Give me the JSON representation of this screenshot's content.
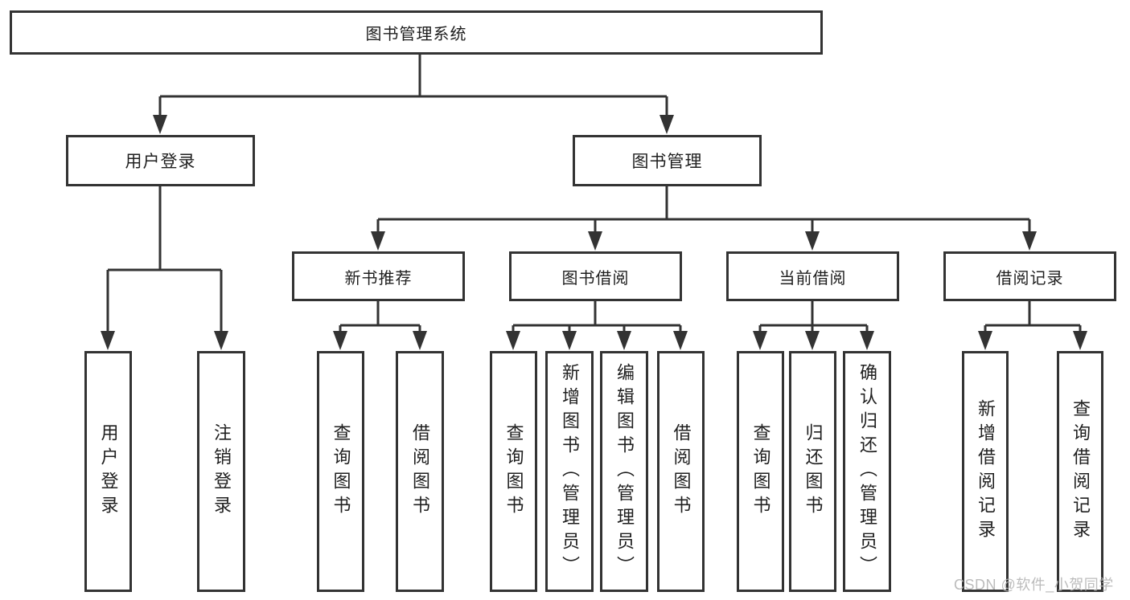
{
  "diagram": {
    "root": {
      "label": "图书管理系统"
    },
    "branches": [
      {
        "label": "用户登录",
        "children": [
          {
            "label": "用户登录"
          },
          {
            "label": "注销登录"
          }
        ]
      },
      {
        "label": "图书管理",
        "sections": [
          {
            "label": "新书推荐",
            "children": [
              {
                "label": "查询图书"
              },
              {
                "label": "借阅图书"
              }
            ]
          },
          {
            "label": "图书借阅",
            "children": [
              {
                "label": "查询图书"
              },
              {
                "label": "新增图书（管理员）"
              },
              {
                "label": "编辑图书（管理员）"
              },
              {
                "label": "借阅图书"
              }
            ]
          },
          {
            "label": "当前借阅",
            "children": [
              {
                "label": "查询图书"
              },
              {
                "label": "归还图书"
              },
              {
                "label": "确认归还（管理员）"
              }
            ]
          },
          {
            "label": "借阅记录",
            "children": [
              {
                "label": "新增借阅记录"
              },
              {
                "label": "查询借阅记录"
              }
            ]
          }
        ]
      }
    ],
    "colors": {
      "line": "#333333",
      "text": "#1f1f1f",
      "box_background": "#ffffff",
      "watermark": "#b5b5b5"
    }
  },
  "watermark": {
    "text": "CSDN @软件_小贺同学"
  }
}
